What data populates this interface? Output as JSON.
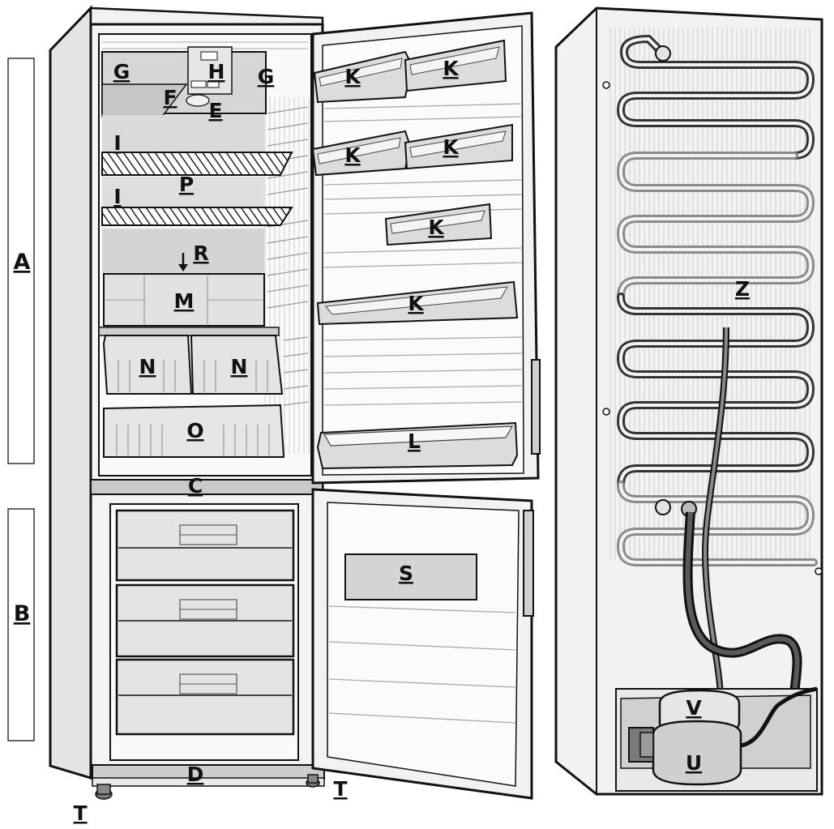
{
  "labels": {
    "A": "A",
    "B": "B",
    "C": "C",
    "D": "D",
    "E": "E",
    "F": "F",
    "G": "G",
    "H": "H",
    "I": "I",
    "K": "K",
    "L": "L",
    "M": "M",
    "N": "N",
    "O": "O",
    "P": "P",
    "R": "R",
    "S": "S",
    "T": "T",
    "U": "U",
    "V": "V",
    "Z": "Z"
  },
  "colors": {
    "outline": "#111111",
    "light_fill": "#ebebeb",
    "mid_fill": "#d9d9d9",
    "dark_fill": "#bdbdbd",
    "coil_dark": "#333333",
    "coil_light": "#8a8a8a"
  }
}
